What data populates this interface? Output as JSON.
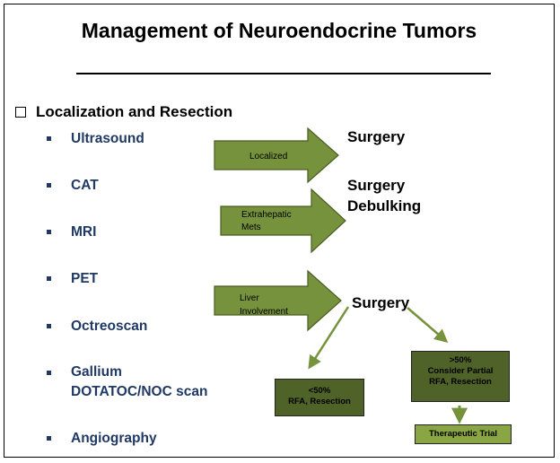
{
  "title": "Management of Neuroendocrine Tumors",
  "section_heading": "Localization and Resection",
  "modalities": [
    {
      "label": "Ultrasound"
    },
    {
      "label": "CAT"
    },
    {
      "label": "MRI"
    },
    {
      "label": "PET"
    },
    {
      "label": "Octreoscan"
    },
    {
      "label_line1": "Gallium",
      "label_line2": "DOTATOC/NOC scan"
    },
    {
      "label": "Angiography"
    }
  ],
  "arrows": [
    {
      "label": "Localized"
    },
    {
      "label_line1": "Extrahepatic",
      "label_line2": "Mets"
    },
    {
      "label_line1": "Liver",
      "label_line2": "Involvement"
    }
  ],
  "outcomes": {
    "localized": "Surgery",
    "extrahepatic_line1": "Surgery",
    "extrahepatic_line2": "Debulking",
    "liver": "Surgery"
  },
  "boxes": {
    "lt50_line1": "<50%",
    "lt50_line2": "RFA, Resection",
    "gt50_line1": ">50%",
    "gt50_line2": "Consider Partial",
    "gt50_line3": "RFA, Resection",
    "trial": "Therapeutic Trial"
  },
  "colors": {
    "arrow_fill": "#76923c",
    "box_dark": "#4f6228",
    "box_light": "#8aa544",
    "modality_text": "#1f3864"
  }
}
